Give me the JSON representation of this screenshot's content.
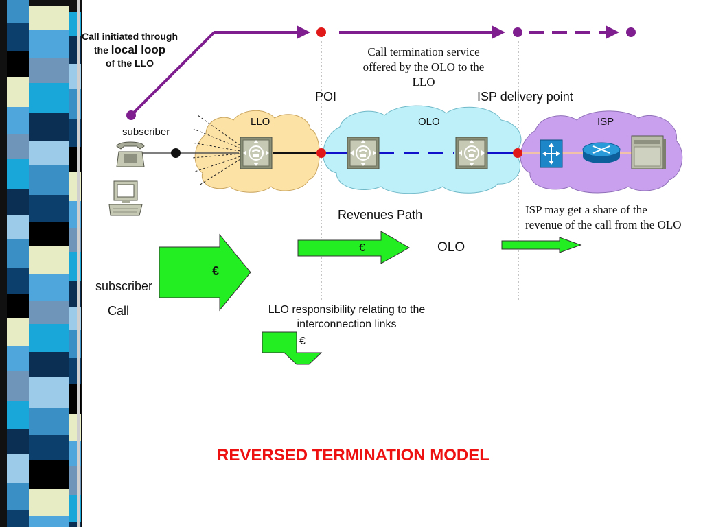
{
  "slide": {
    "call_initiated": {
      "line1": "Call initiated through",
      "line2_prefix": "the",
      "line2_big": "local loop",
      "line3": "of the LLO"
    },
    "call_termination": {
      "line1": "Call termination service",
      "line2": "offered by the OLO to the",
      "line3": "LLO"
    },
    "poi": "POI",
    "isp_delivery": "ISP delivery point",
    "subscriber_top": "subscriber",
    "clouds": {
      "llo": "LLO",
      "olo": "OLO",
      "isp": "ISP"
    },
    "revenues_path": "Revenues Path",
    "isp_share": {
      "line1": "ISP may get a share of the",
      "line2": "revenue of the call from the OLO"
    },
    "olo_label": "OLO",
    "subscriber_bottom": "subscriber",
    "call": "Call",
    "euro": "€",
    "llo_resp": {
      "line1": "LLO responsibility relating to the",
      "line2": "interconnection links"
    },
    "title": "REVERSED  TERMINATION MODEL"
  },
  "colors": {
    "purple": "#7f1f8f",
    "red_point": "#e01818",
    "arrow_green": "#22ee22",
    "llo_cloud": "#fde2a6",
    "olo_cloud": "#bdf0f8",
    "isp_cloud": "#c8a0ee",
    "title_red": "#ee1111",
    "link_blue": "#1111cc"
  },
  "icons": [
    "telephone-icon",
    "computer-icon",
    "switch-icon",
    "router-icon",
    "server-icon",
    "atm-switch-icon"
  ]
}
